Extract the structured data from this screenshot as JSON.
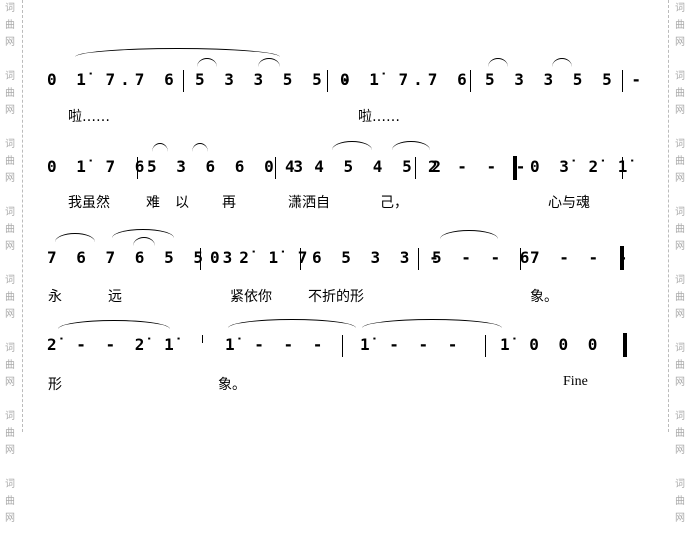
{
  "watermark": "词曲网",
  "rows": [
    {
      "measures": [
        "0 1̇ 7.7 6",
        "5 3 3 5 5 -",
        "0 1̇ 7.7 6",
        "5 3 3 5 5 -"
      ],
      "lyrics": [
        "啦……",
        "啦……"
      ]
    },
    {
      "measures": [
        "0 1̇ 7 6",
        "5 3 6 6 0 3",
        "4 4 5 4 5 2",
        "2 - - -",
        "0 3̇ 2̇ 1̇"
      ],
      "lyrics": [
        "我虽然",
        "难",
        "以",
        "再",
        "潇洒自",
        "己，",
        "心与魂"
      ]
    },
    {
      "measures": [
        "7 6 7 6 5 5 3",
        "0 2̇ 1̇ 7",
        "6 5 3 3 -",
        "5 - - 6",
        "7 - - -"
      ],
      "lyrics": [
        "永",
        "远",
        "紧依你",
        "不折的形",
        "象。"
      ]
    },
    {
      "measures": [
        "2̇ - - 2̇ 1̇",
        "1̇ - - -",
        "1̇ - - -",
        "1̇ 0 0 0"
      ],
      "lyrics": [
        "形",
        "象。",
        "Fine"
      ]
    }
  ]
}
